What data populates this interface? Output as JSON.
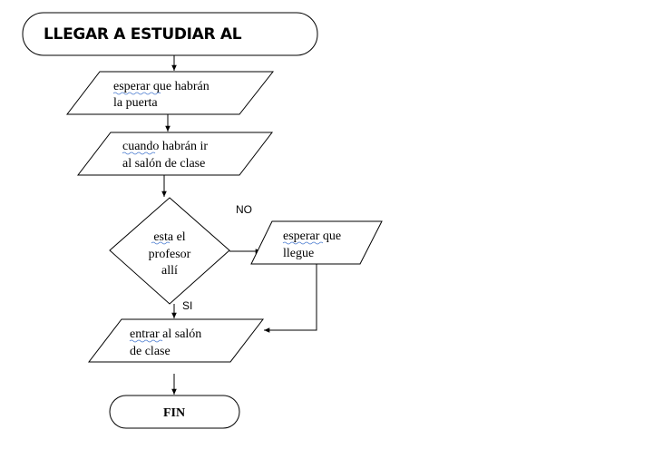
{
  "flowchart": {
    "start": {
      "label": "LLEGAR A ESTUDIAR AL"
    },
    "step1": {
      "line1": "esperar que habrán",
      "line2": "la puerta"
    },
    "step2": {
      "line1": "cuando habrán ir",
      "line2": "al salón de clase"
    },
    "decision": {
      "line1": "esta el",
      "line2": "profesor",
      "line3": "allí"
    },
    "label_no": "NO",
    "label_si": "SI",
    "wait": {
      "line1": "esperar que",
      "line2": "llegue"
    },
    "step3": {
      "line1": "entrar al  salón",
      "line2": "de clase"
    },
    "end": {
      "label": "FIN"
    }
  }
}
